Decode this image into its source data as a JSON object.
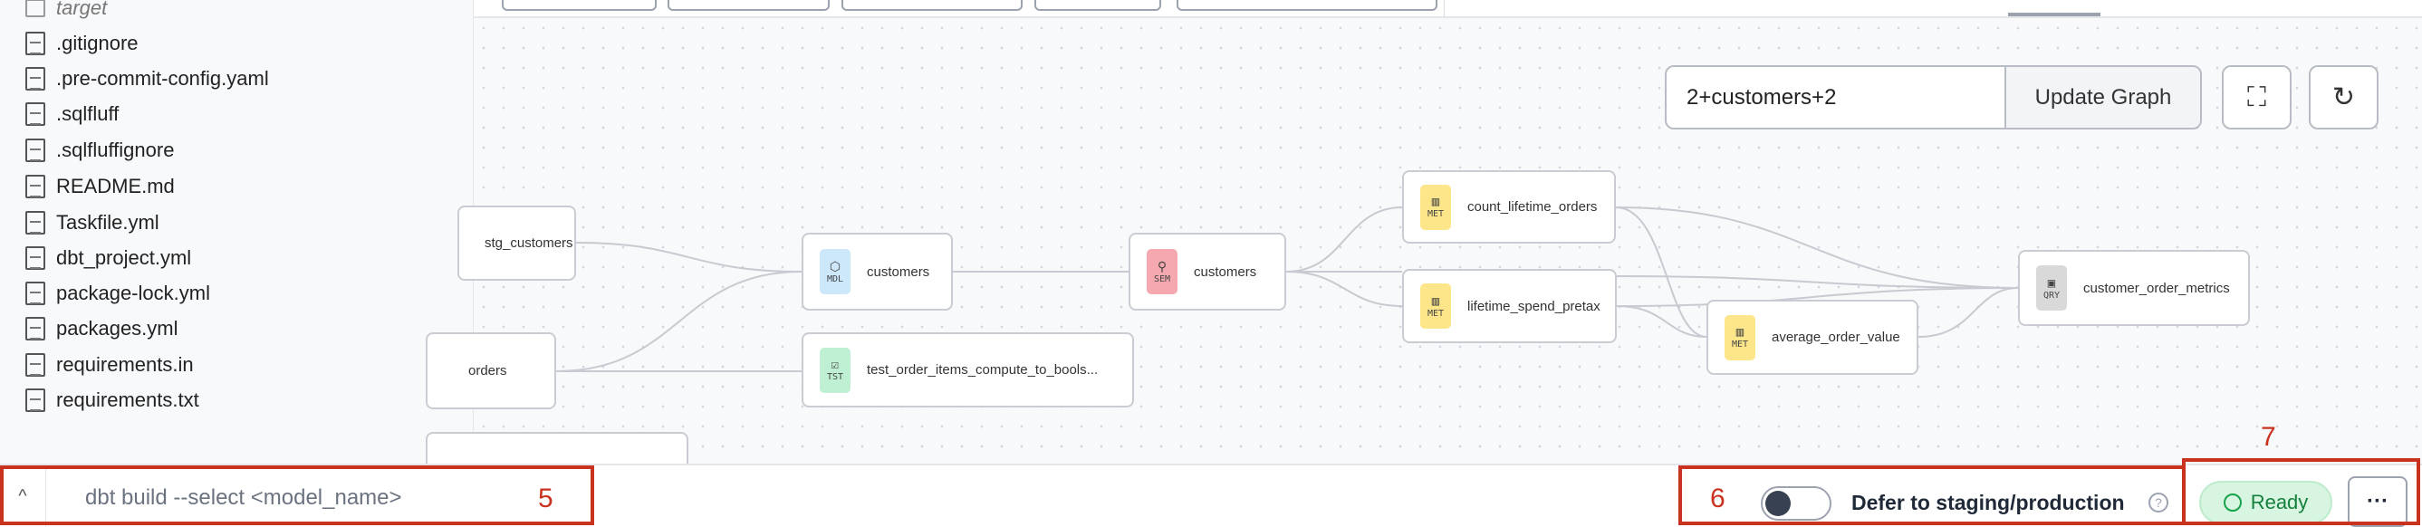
{
  "sidebar": {
    "items": [
      {
        "label": "target",
        "type": "folder"
      },
      {
        "label": ".gitignore",
        "type": "file"
      },
      {
        "label": ".pre-commit-config.yaml",
        "type": "file"
      },
      {
        "label": ".sqlfluff",
        "type": "file"
      },
      {
        "label": ".sqlfluffignore",
        "type": "file"
      },
      {
        "label": "README.md",
        "type": "file"
      },
      {
        "label": "Taskfile.yml",
        "type": "file"
      },
      {
        "label": "dbt_project.yml",
        "type": "file"
      },
      {
        "label": "package-lock.yml",
        "type": "file"
      },
      {
        "label": "packages.yml",
        "type": "file"
      },
      {
        "label": "requirements.in",
        "type": "file"
      },
      {
        "label": "requirements.txt",
        "type": "file"
      }
    ]
  },
  "graph": {
    "selector_value": "2+customers+2",
    "update_label": "Update Graph",
    "nodes": {
      "stg_customers": {
        "label": "stg_customers"
      },
      "orders": {
        "label": "orders"
      },
      "customers_model": {
        "label": "customers",
        "badge": "MDL",
        "color": "#cde8fb"
      },
      "test": {
        "label": "test_order_items_compute_to_bools...",
        "badge": "TST",
        "color": "#bff0d3"
      },
      "customers_semantic": {
        "label": "customers",
        "badge": "SEM",
        "color": "#f5a8b0"
      },
      "count_lifetime_orders": {
        "label": "count_lifetime_orders",
        "badge": "MET",
        "color": "#fde68a"
      },
      "lifetime_spend_pretax": {
        "label": "lifetime_spend_pretax",
        "badge": "MET",
        "color": "#fde68a"
      },
      "average_order_value": {
        "label": "average_order_value",
        "badge": "MET",
        "color": "#fde68a"
      },
      "customer_order_metrics": {
        "label": "customer_order_metrics",
        "badge": "QRY",
        "color": "#d9d9d9"
      }
    }
  },
  "bottom": {
    "command_placeholder": "dbt build --select <model_name>",
    "defer_label": "Defer to staging/production",
    "defer_enabled": false,
    "status": "Ready",
    "more_label": "···"
  },
  "annotations": {
    "a5": "5",
    "a6": "6",
    "a7": "7"
  }
}
